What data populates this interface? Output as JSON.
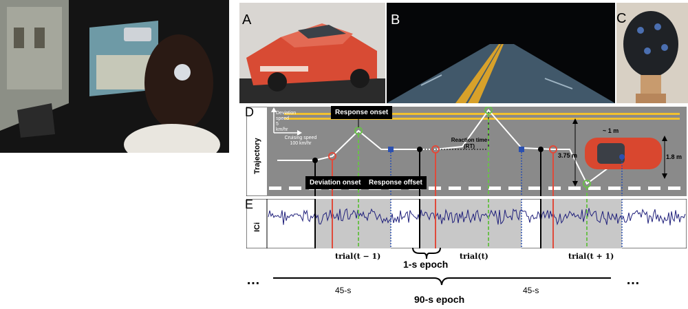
{
  "panels": {
    "a": "A",
    "b": "B",
    "c": "C",
    "d": "D",
    "e": "E"
  },
  "trajectory": {
    "axis_label": "Trajectory",
    "deviation_speed": "Deviation speed 5 km/hr",
    "cruising_speed": "Cruising speed 100 km/hr",
    "response_onset": "Response onset",
    "deviation_onset": "Deviation onset",
    "response_offset": "Response offset",
    "reaction_time": "Reaction time (RT)",
    "lane_width": "3.75 m",
    "car_width": "1.8 m",
    "car_offset": "~ 1 m"
  },
  "ici": {
    "axis_label": "ICi",
    "trials": [
      "trial(t − 1)",
      "trial(t)",
      "trial(t + 1)"
    ]
  },
  "epochs": {
    "one_s": "1-s epoch",
    "ninety_s": "90-s epoch",
    "half_left": "45-s",
    "half_right": "45-s",
    "ellipsis_left": "…",
    "ellipsis_right": "…"
  },
  "colors": {
    "road": "#8a8a8a",
    "yellow_line": "#f2c12e",
    "onset_marker": "#e04a3a",
    "response_marker": "#6abf4b",
    "offset_marker": "#2b50b0",
    "signal": "#1e1e7a",
    "shaded": "#c8c8c8"
  },
  "icons": [
    "driver-photo",
    "red-sports-car-photo",
    "road-simulation-photo",
    "eeg-cap-photo",
    "car-icon"
  ]
}
